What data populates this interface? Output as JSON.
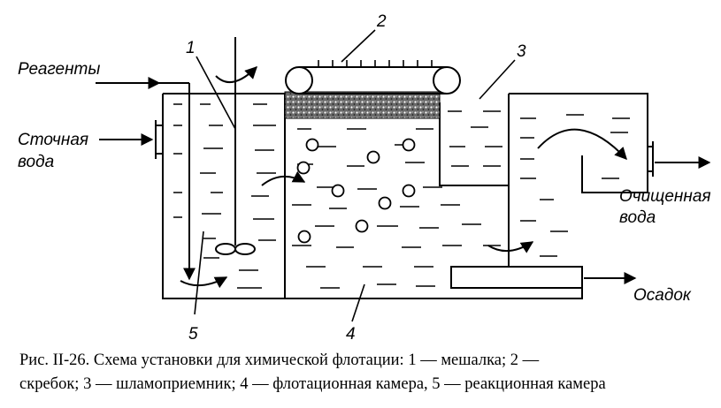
{
  "labels": {
    "reagents": "Реагенты",
    "wastewater_line1": "Сточная",
    "wastewater_line2": "вода",
    "purified_line1": "Очищенная",
    "purified_line2": "вода",
    "sediment": "Осадок"
  },
  "numbers": {
    "n1": "1",
    "n2": "2",
    "n3": "3",
    "n4": "4",
    "n5": "5"
  },
  "caption": {
    "line1": "Рис. II-26. Схема установки для химической флотации: 1 — мешалка; 2 —",
    "line2": "скребок; 3 — шламоприемник; 4 — флотационная камера, 5 — реакционная камера"
  },
  "colors": {
    "ink": "#000000",
    "foam": "#555555",
    "background": "#ffffff"
  }
}
